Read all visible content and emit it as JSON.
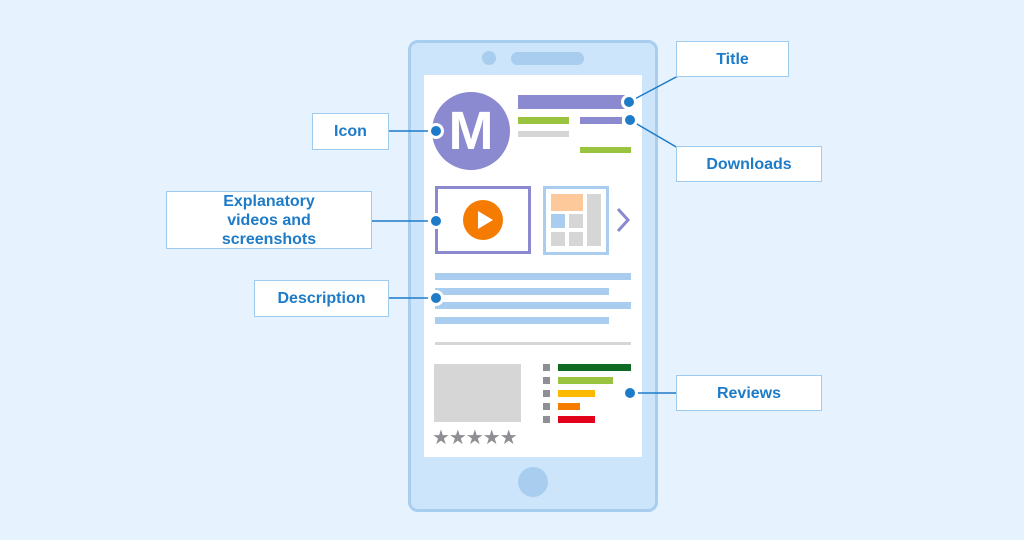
{
  "labels": {
    "title": "Title",
    "downloads": "Downloads",
    "icon": "Icon",
    "videos": "Explanatory videos and screenshots",
    "description": "Description",
    "reviews": "Reviews"
  },
  "app_icon_letter": "M",
  "colors": {
    "accent": "#1e7bc8",
    "icon": "#8b89d0",
    "play": "#f57c00",
    "phone": "#cce5fa",
    "phone_border": "#a8cdee"
  },
  "rating_stars": 5,
  "review_bars": [
    {
      "color": "#0f6a22",
      "fraction": 1.0
    },
    {
      "color": "#9ac43f",
      "fraction": 0.75
    },
    {
      "color": "#fbb900",
      "fraction": 0.5
    },
    {
      "color": "#f57c00",
      "fraction": 0.3
    },
    {
      "color": "#e2001a",
      "fraction": 0.5
    }
  ]
}
